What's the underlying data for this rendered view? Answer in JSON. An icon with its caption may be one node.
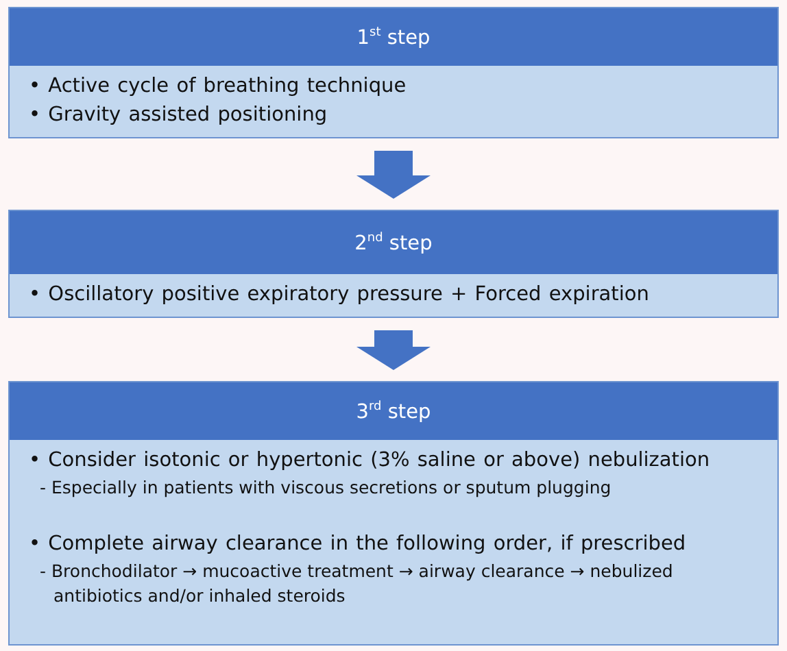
{
  "diagram": {
    "nodes": [
      {
        "text": [
          "1$^{st}$ step",
          "• Active cycle of breathing technique",
          "• Gravity assisted positioning"
        ]
      },
      {
        "text": [
          "2$^{nd}$ step",
          "• Oscillatory positive expiratory pressure + Forced expiration"
        ]
      },
      {
        "text": [
          "3$^{rd}$ step",
          "• Consider isotonic or hypertonic (3% saline or above) nebulization",
          "- Especially in patients with viscous secretions or sputum plugging",
          "• Complete airway clearance in the following order, if prescribed",
          "- Bronchodilator → mucoactive treatment → airway clearance → nebulized antibiotics and/or inhaled steroids"
        ]
      }
    ],
    "edges": [
      {
        "from": 0,
        "to": 1,
        "arrow": "to"
      },
      {
        "from": 1,
        "to": 2,
        "arrow": "to"
      }
    ]
  }
}
